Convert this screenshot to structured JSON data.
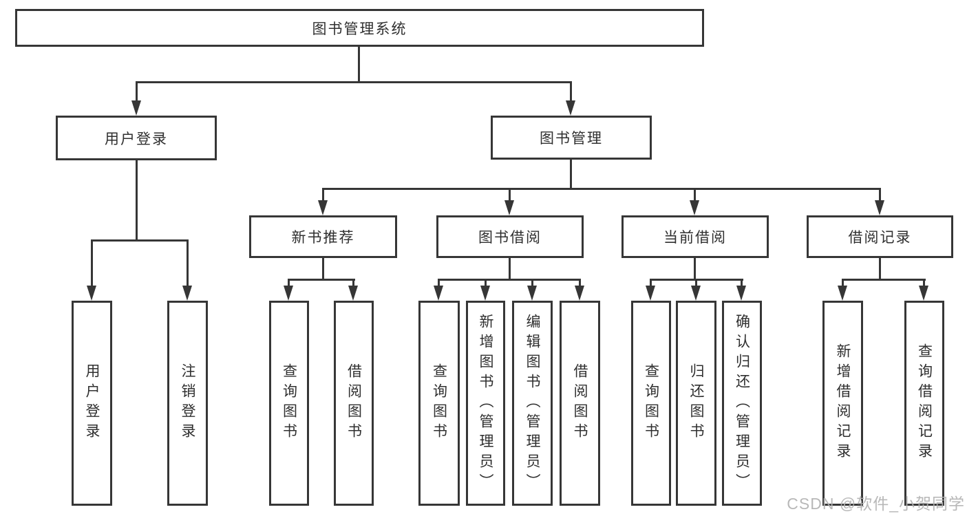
{
  "root": {
    "label": "图书管理系统"
  },
  "branches": {
    "user_login": {
      "label": "用户登录"
    },
    "book_management": {
      "label": "图书管理"
    }
  },
  "sections": {
    "new_book_recommend": {
      "label": "新书推荐"
    },
    "book_borrow": {
      "label": "图书借阅"
    },
    "current_borrow": {
      "label": "当前借阅"
    },
    "borrow_records": {
      "label": "借阅记录"
    }
  },
  "leaves": {
    "user_login": {
      "label": "用户登录"
    },
    "logout": {
      "label": "注销登录"
    },
    "nb_query_books": {
      "label": "查询图书"
    },
    "nb_borrow_books": {
      "label": "借阅图书"
    },
    "bb_query_books": {
      "label": "查询图书"
    },
    "bb_add_books": {
      "label": "新增图书（管理员）"
    },
    "bb_edit_books": {
      "label": "编辑图书（管理员）"
    },
    "bb_borrow_books": {
      "label": "借阅图书"
    },
    "cb_query_books": {
      "label": "查询图书"
    },
    "cb_return_books": {
      "label": "归还图书"
    },
    "cb_confirm_return": {
      "label": "确认归还（管理员）"
    },
    "br_add_record": {
      "label": "新增借阅记录"
    },
    "br_query_record": {
      "label": "查询借阅记录"
    }
  },
  "watermark": {
    "text": "CSDN @软件_小贺同学"
  },
  "colors": {
    "line": "#363636",
    "text": "#2f2f2f",
    "watermark": "#b0b0b0",
    "background": "#ffffff"
  }
}
